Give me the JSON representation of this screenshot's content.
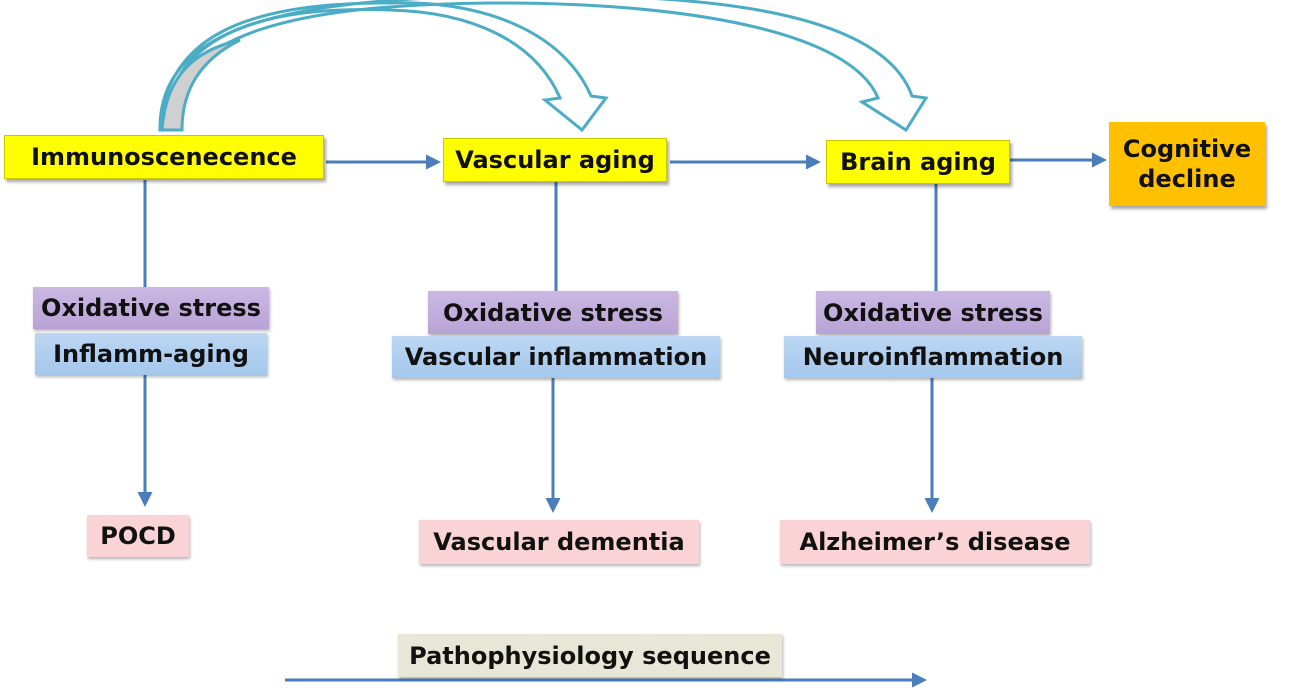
{
  "stages": {
    "immunosenescence": "Immunoscenecence",
    "vascular_aging": "Vascular aging",
    "brain_aging": "Brain aging",
    "cognitive_decline": "Cognitive decline"
  },
  "mechanisms": {
    "immuno_oxidative": "Oxidative stress",
    "immuno_inflamm": "Inflamm-aging",
    "vascular_oxidative": "Oxidative stress",
    "vascular_inflamm": "Vascular inflammation",
    "brain_oxidative": "Oxidative stress",
    "brain_inflamm": "Neuroinflammation"
  },
  "outcomes": {
    "pocd": "POCD",
    "vascular_dementia": "Vascular dementia",
    "alzheimers": "Alzheimer’s disease"
  },
  "footer": {
    "sequence_label": "Pathophysiology sequence"
  },
  "colors": {
    "arrow": "#4a7ebb",
    "curved_arrow_outline": "#4bacc6",
    "curved_arrow_fill": "#d0d0d0",
    "stage": "#ffff00",
    "final": "#ffc000",
    "oxidative": "#bca6d8",
    "inflammation": "#a9c9ee",
    "outcome": "#f9d3d5",
    "footer_label": "#e8e6d6"
  }
}
